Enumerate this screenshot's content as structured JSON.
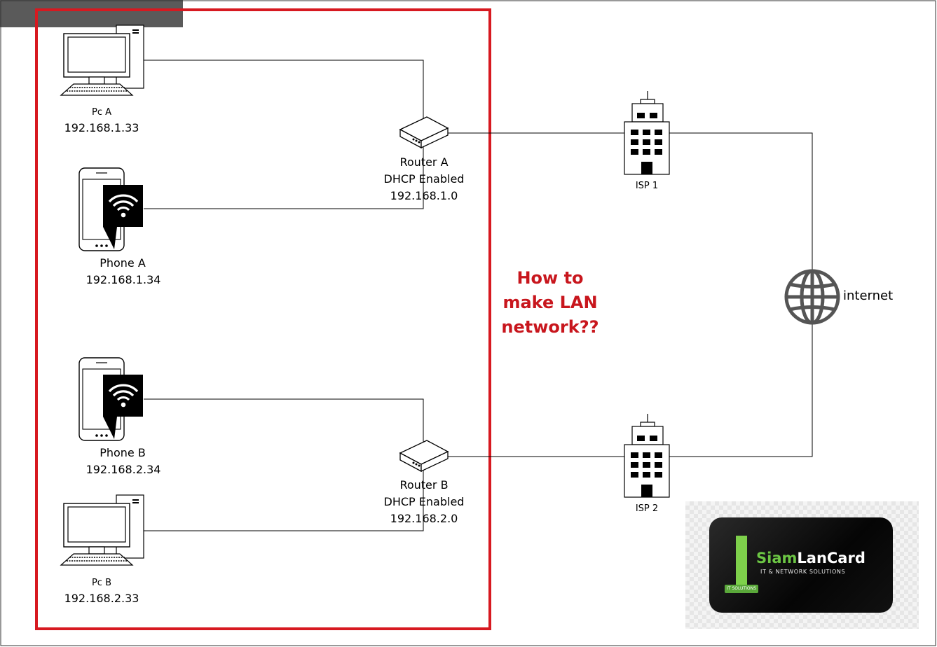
{
  "diagram": {
    "question": "How to make LAN network??",
    "devices": {
      "pc_a": {
        "name": "Pc A",
        "ip": "192.168.1.33"
      },
      "phone_a": {
        "name": "Phone A",
        "ip": "192.168.1.34"
      },
      "phone_b": {
        "name": "Phone B",
        "ip": "192.168.2.34"
      },
      "pc_b": {
        "name": "Pc B",
        "ip": "192.168.2.33"
      },
      "router_a": {
        "name": "Router A",
        "dhcp": "DHCP Enabled",
        "ip": "192.168.1.0"
      },
      "router_b": {
        "name": "Router B",
        "dhcp": "DHCP Enabled",
        "ip": "192.168.2.0"
      },
      "isp1": {
        "name": "ISP 1"
      },
      "isp2": {
        "name": "ISP 2"
      },
      "internet": {
        "name": "internet"
      }
    },
    "logo": {
      "name_green": "Siam",
      "name_white": "LanCard",
      "tagline": "IT & NETWORK SOLUTIONS",
      "badge": "IT SOLUTIONS"
    },
    "colors": {
      "lan_box": "#d71920",
      "question": "#c8161d",
      "logo_green": "#6cc644"
    },
    "icons": [
      "desktop-computer-icon",
      "smartphone-wifi-icon",
      "router-icon",
      "office-building-icon",
      "globe-icon"
    ]
  }
}
